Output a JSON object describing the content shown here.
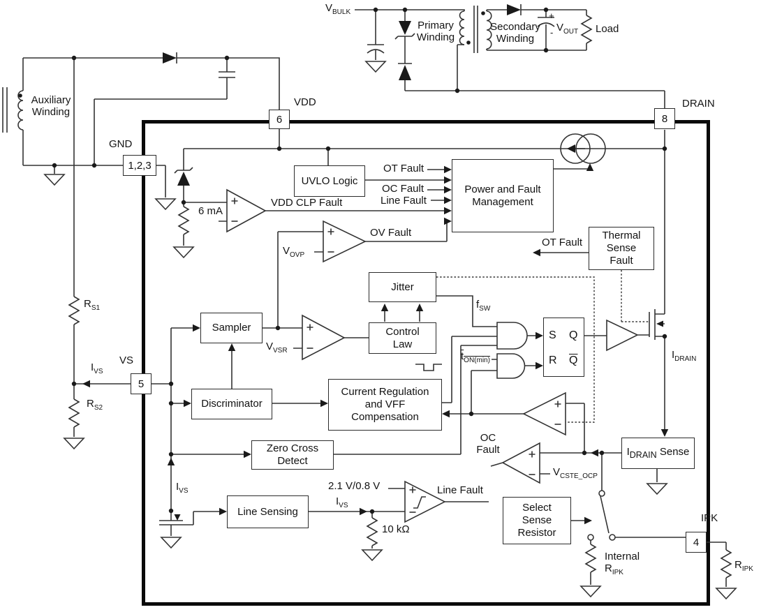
{
  "external": {
    "vbulk": {
      "m": "V",
      "s": "BULK"
    },
    "primary_winding": "Primary Winding",
    "secondary_winding": "Secondary Winding",
    "vout": {
      "m": "V",
      "s": "OUT"
    },
    "cap_plus": "+",
    "cap_minus": "-",
    "load": "Load",
    "aux_winding": "Auxiliary Winding",
    "rs1": {
      "m": "R",
      "s": "S1"
    },
    "rs2": {
      "m": "R",
      "s": "S2"
    },
    "ivs": {
      "m": "I",
      "s": "VS"
    },
    "ripk": {
      "m": "R",
      "s": "IPK"
    }
  },
  "pins": {
    "vdd": {
      "name": "VDD",
      "num": "6"
    },
    "drain": {
      "name": "DRAIN",
      "num": "8"
    },
    "gnd": {
      "name": "GND",
      "num": "1,2,3"
    },
    "vs": {
      "name": "VS",
      "num": "5"
    },
    "ipk": {
      "name": "IPK",
      "num": "4"
    }
  },
  "fault": {
    "uvlo": "UVLO Logic",
    "ot_fault": "OT Fault",
    "oc_fault": "OC Fault",
    "line_fault": "Line Fault",
    "vdd_clp_fault": "VDD CLP Fault",
    "six_ma": "6 mA",
    "pfm": "Power and Fault Management",
    "thermal": "Thermal Sense Fault",
    "vovp": {
      "m": "V",
      "s": "OVP"
    },
    "ov_fault": "OV Fault",
    "ot_fault_right": "OT Fault"
  },
  "control": {
    "jitter": "Jitter",
    "control_law": "Control Law",
    "fsw": {
      "m": "f",
      "s": "SW"
    },
    "sampler": "Sampler",
    "vvsr": {
      "m": "V",
      "s": "VSR"
    },
    "discriminator": "Discriminator",
    "current_reg": "Current Regulation and VFF Compensation",
    "zcd": "Zero Cross Detect",
    "ton_min": {
      "m": "t",
      "s": "ON(min)"
    },
    "latch": {
      "s": "S",
      "r": "R",
      "q": "Q",
      "qbar": "Q"
    }
  },
  "sense": {
    "idrain": {
      "m": "I",
      "s": "DRAIN"
    },
    "idrain_sense_suffix": " Sense",
    "oc": "OC",
    "fault": "Fault",
    "vcste": {
      "m": "V",
      "s": "CSTE_OCP"
    },
    "threshold": "2.1 V/0.8 V",
    "ivs": {
      "m": "I",
      "s": "VS"
    },
    "line_fault": "Line Fault",
    "ten_k": "10 kΩ",
    "line_sensing": "Line Sensing",
    "select_sense": "Select Sense Resistor",
    "internal": "Internal",
    "ripk": {
      "m": "R",
      "s": "IPK"
    }
  }
}
